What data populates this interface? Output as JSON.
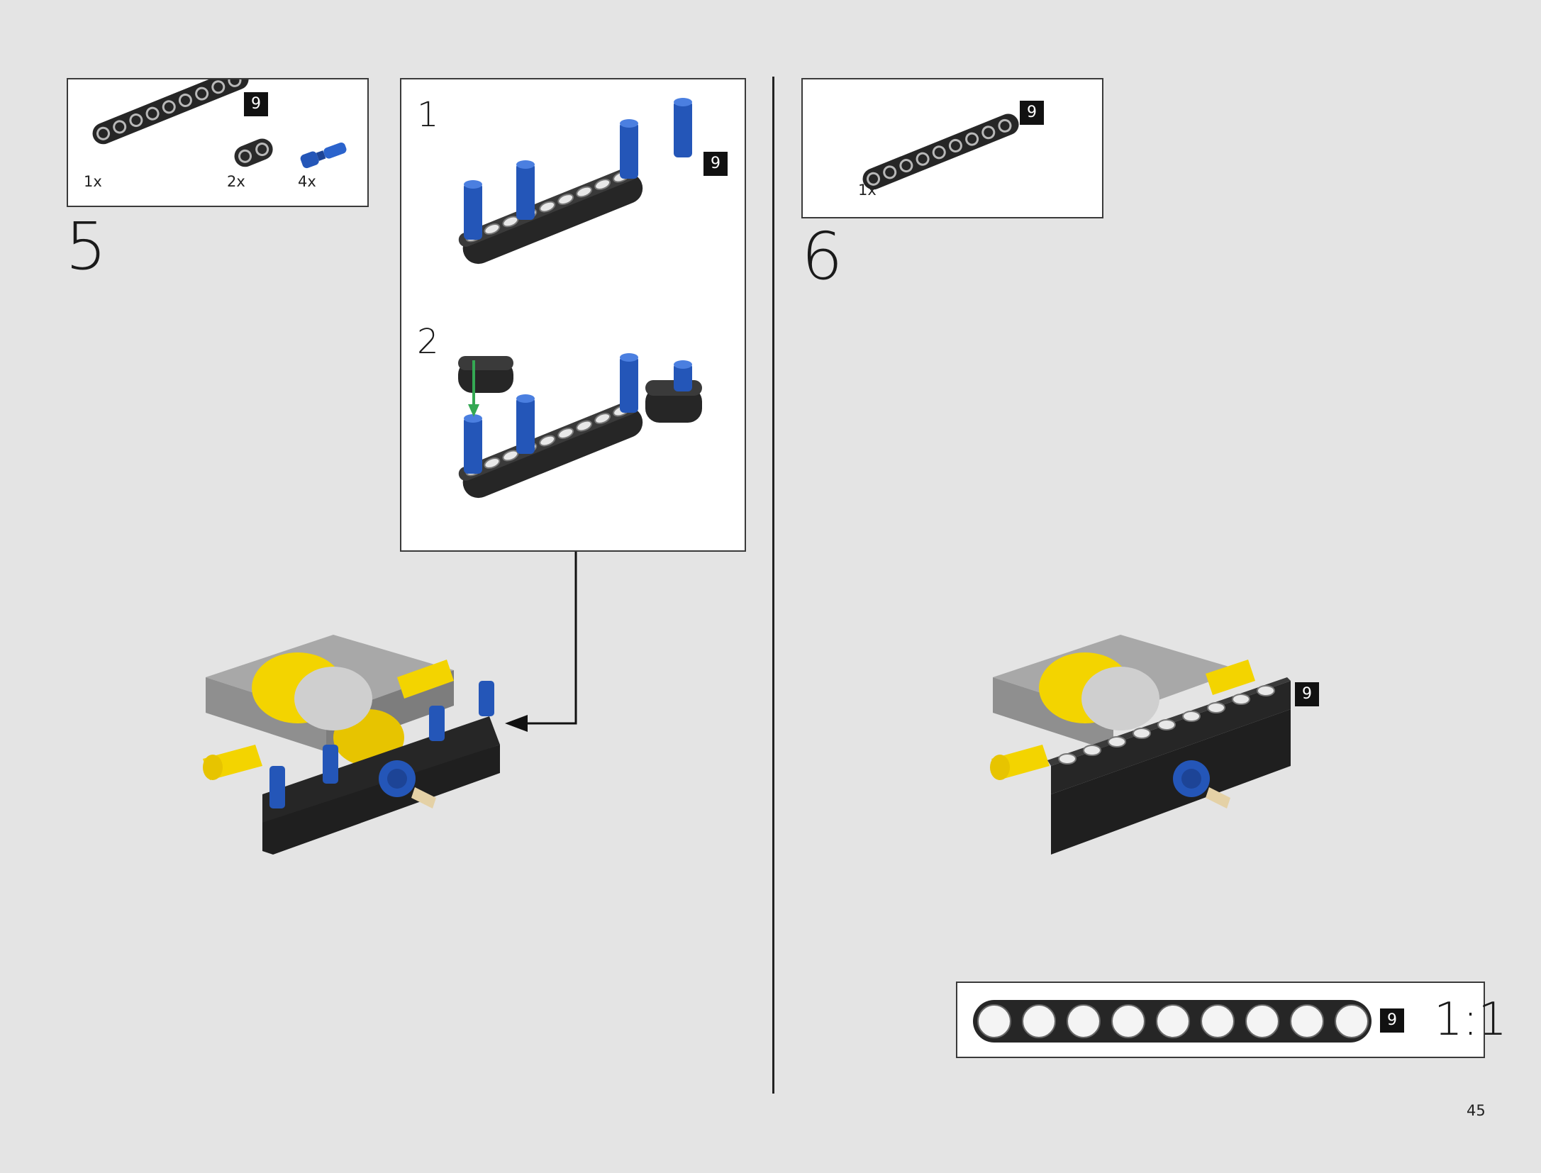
{
  "step5": {
    "number": "5",
    "parts": [
      {
        "icon": "black-beam-9-icon",
        "qty": "1x"
      },
      {
        "icon": "black-link-2-icon",
        "qty": "2x"
      },
      {
        "icon": "blue-pin-icon",
        "qty": "4x"
      }
    ],
    "parts_badge": "9",
    "substeps": [
      {
        "number": "1",
        "badge": "9"
      },
      {
        "number": "2"
      }
    ]
  },
  "step6": {
    "number": "6",
    "parts": [
      {
        "icon": "black-beam-9-icon",
        "qty": "1x"
      }
    ],
    "parts_badge": "9",
    "model_badge": "9"
  },
  "scale_ref": {
    "badge": "9",
    "ratio": "1:1"
  },
  "page": {
    "number": "45"
  },
  "colors": {
    "background": "#e4e4e4",
    "beam_black": "#262626",
    "pin_blue": "#2456b8",
    "axle_yellow": "#f3d400",
    "gray_frame": "#a8a8a8",
    "arrow_green": "#34a853"
  }
}
